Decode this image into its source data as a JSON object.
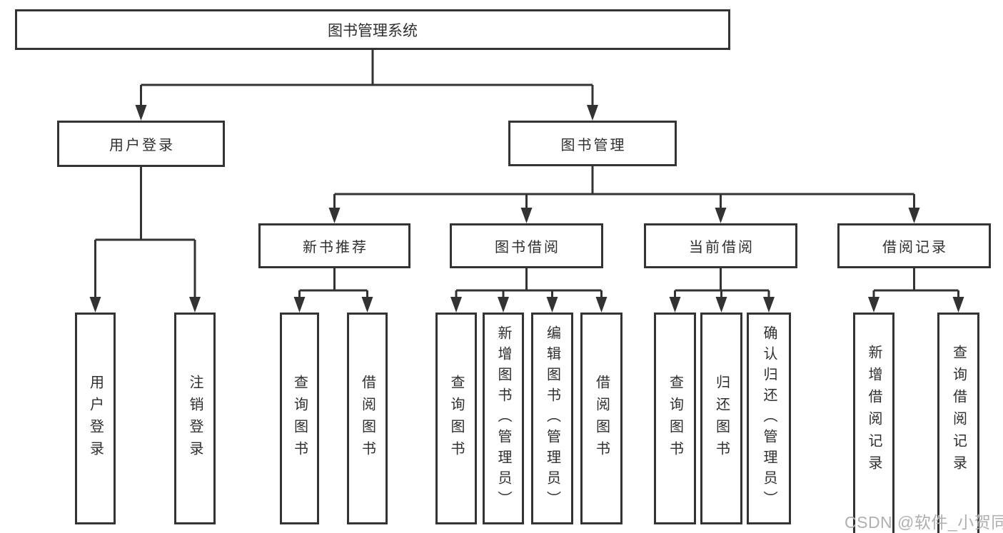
{
  "diagram": {
    "root": {
      "label": "图书管理系统"
    },
    "level2": {
      "user_login": {
        "label": "用户登录"
      },
      "book_mgmt": {
        "label": "图书管理"
      }
    },
    "level3": {
      "new_books": {
        "label": "新书推荐"
      },
      "borrow": {
        "label": "图书借阅"
      },
      "current": {
        "label": "当前借阅"
      },
      "records": {
        "label": "借阅记录"
      }
    },
    "leaves": {
      "login": "用户登录",
      "logout": "注销登录",
      "nb_query": "查询图书",
      "nb_borrow": "借阅图书",
      "bw_query": "查询图书",
      "bw_add": "新增图书（管理员）",
      "bw_edit": "编辑图书（管理员）",
      "bw_borrow": "借阅图书",
      "cur_query": "查询图书",
      "cur_return": "归还图书",
      "cur_confirm": "确认归还（管理员）",
      "rec_add": "新增借阅记录",
      "rec_query": "查询借阅记录"
    }
  },
  "watermark": {
    "text": "CSDN @软件_小贺同学",
    "color": "#b0b0b0"
  },
  "colors": {
    "line": "#333333",
    "box_border": "#333333",
    "text": "#2f2f2f",
    "background": "#ffffff"
  }
}
